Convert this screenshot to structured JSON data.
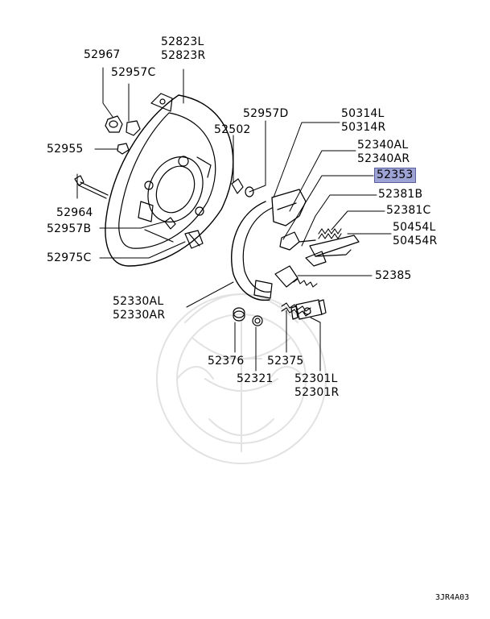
{
  "parts": [
    {
      "key": "52823",
      "lines": [
        "52823L",
        "52823R"
      ]
    },
    {
      "key": "52967",
      "lines": [
        "52967"
      ]
    },
    {
      "key": "52957C",
      "lines": [
        "52957C"
      ]
    },
    {
      "key": "52955",
      "lines": [
        "52955"
      ]
    },
    {
      "key": "52964",
      "lines": [
        "52964"
      ]
    },
    {
      "key": "52957B",
      "lines": [
        "52957B"
      ]
    },
    {
      "key": "52975C",
      "lines": [
        "52975C"
      ]
    },
    {
      "key": "52502",
      "lines": [
        "52502"
      ]
    },
    {
      "key": "52957D",
      "lines": [
        "52957D"
      ]
    },
    {
      "key": "50314",
      "lines": [
        "50314L",
        "50314R"
      ]
    },
    {
      "key": "52340",
      "lines": [
        "52340AL",
        "52340AR"
      ]
    },
    {
      "key": "52353",
      "lines": [
        "52353"
      ],
      "highlighted": true
    },
    {
      "key": "52381B",
      "lines": [
        "52381B"
      ]
    },
    {
      "key": "52381C",
      "lines": [
        "52381C"
      ]
    },
    {
      "key": "50454",
      "lines": [
        "50454L",
        "50454R"
      ]
    },
    {
      "key": "52385",
      "lines": [
        "52385"
      ]
    },
    {
      "key": "52330",
      "lines": [
        "52330AL",
        "52330AR"
      ]
    },
    {
      "key": "52376",
      "lines": [
        "52376"
      ]
    },
    {
      "key": "52321",
      "lines": [
        "52321"
      ]
    },
    {
      "key": "52375",
      "lines": [
        "52375"
      ]
    },
    {
      "key": "52301",
      "lines": [
        "52301L",
        "52301R"
      ]
    }
  ],
  "diagram_code": "3JR4A03",
  "colors": {
    "highlight": "#9ea3d6",
    "ink": "#000000"
  },
  "icons": [
    "watermark-emblem-icon"
  ]
}
